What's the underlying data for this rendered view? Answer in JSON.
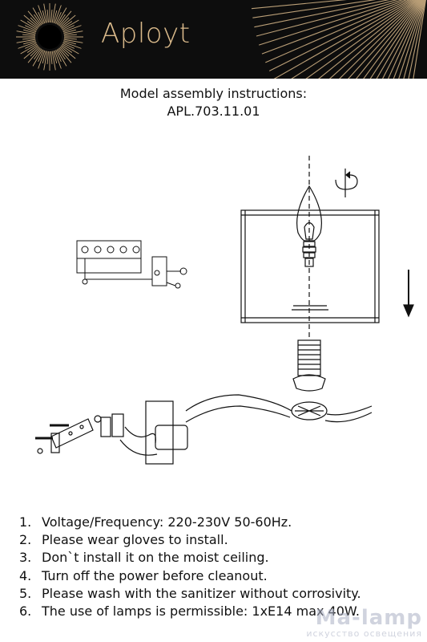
{
  "header": {
    "brand": "Aployt",
    "colors": {
      "background": "#0d0d0d",
      "gold": "#d9b98a"
    }
  },
  "title": {
    "line1": "Model assembly instructions:",
    "line2": "APL.703.11.01"
  },
  "drawing": {
    "icons": [
      "sunburst-logo",
      "rotate-icon",
      "down-arrow-icon",
      "candle-bulb",
      "lamp-shade",
      "bulb-socket",
      "wall-bracket",
      "terminal-block",
      "screws"
    ]
  },
  "rules": [
    {
      "num": "1.",
      "text": "Voltage/Frequency: 220-230V 50-60Hz."
    },
    {
      "num": "2.",
      "text": "Please wear gloves to install."
    },
    {
      "num": "3.",
      "text": "Don`t install it on the moist ceiling."
    },
    {
      "num": "4.",
      "text": "Turn off the power before cleanout."
    },
    {
      "num": "5.",
      "text": "Please wash with the sanitizer without corrosivity."
    },
    {
      "num": "6.",
      "text": "The use of lamps is permissible: 1xE14 max 40W."
    }
  ],
  "watermark": {
    "main": "Ma-lamp",
    "sub": "искусство освещения"
  }
}
